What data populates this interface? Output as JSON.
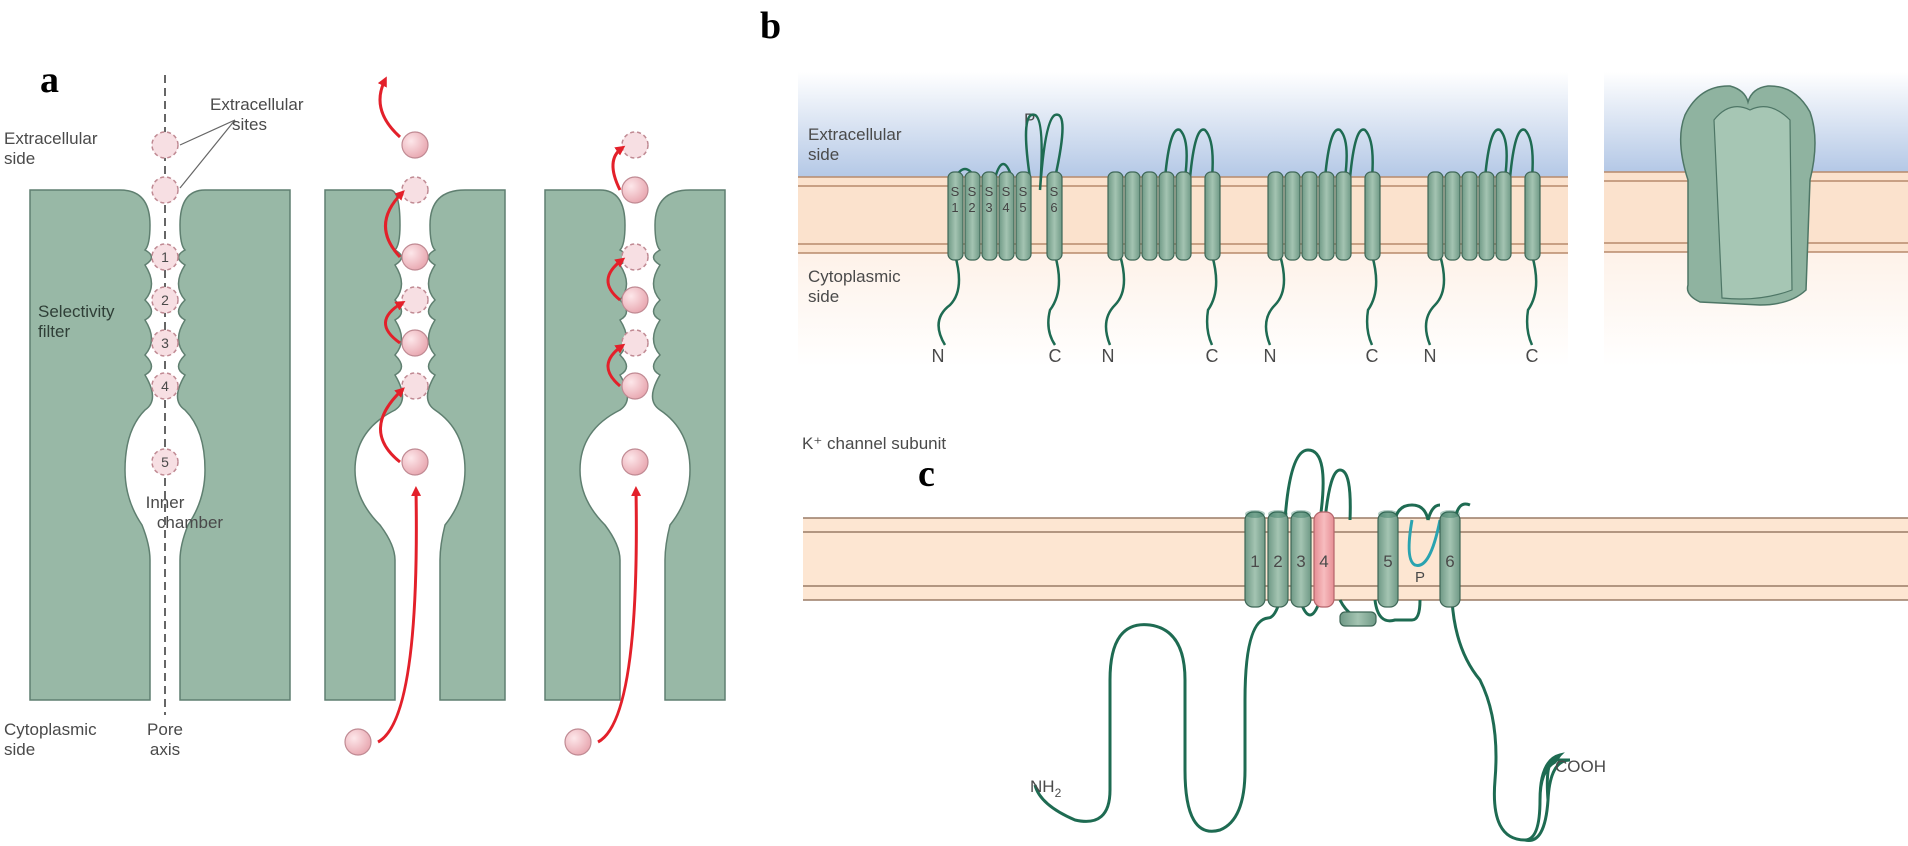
{
  "panel_a": {
    "letter": "a",
    "extracellular_side": [
      "Extracellular",
      "side"
    ],
    "extracellular_sites": [
      "Extracellular",
      "sites"
    ],
    "selectivity_filter": [
      "Selectivity",
      "filter"
    ],
    "inner_chamber": [
      "Inner",
      "chamber"
    ],
    "cytoplasmic_side": [
      "Cytoplasmic",
      "side"
    ],
    "pore_axis": [
      "Pore",
      "axis"
    ],
    "site_numbers": [
      "1",
      "2",
      "3",
      "4",
      "5"
    ]
  },
  "panel_b": {
    "letter": "b",
    "extracellular_side": [
      "Extracellular",
      "side"
    ],
    "cytoplasmic_side": [
      "Cytoplasmic",
      "side"
    ],
    "p_label": "P",
    "segment_letters": [
      "S",
      "S",
      "S",
      "S",
      "S",
      "S"
    ],
    "segment_numbers": [
      "1",
      "2",
      "3",
      "4",
      "5",
      "6"
    ],
    "n_terminus": "N",
    "c_terminus": "C"
  },
  "panel_c": {
    "letter": "c",
    "subunit_title": "K⁺ channel subunit",
    "segments": [
      "1",
      "2",
      "3",
      "4",
      "5",
      "6"
    ],
    "p_label": "P",
    "nh2_label": "NH",
    "nh2_sub": "2",
    "cooh_label": "COOH"
  },
  "colors": {
    "channel_green": "#98b8a6",
    "helix_green": "#7ea392",
    "dark_green": "#1e6b52",
    "membrane_beige": "#fde6d2",
    "extracellular_blue": "#b6cbe8",
    "ion_pink": "#f2c2c8",
    "arrow_red": "#e3202a",
    "s4_pink": "#f4a7ab",
    "p_loop_teal": "#2aa3b0"
  }
}
